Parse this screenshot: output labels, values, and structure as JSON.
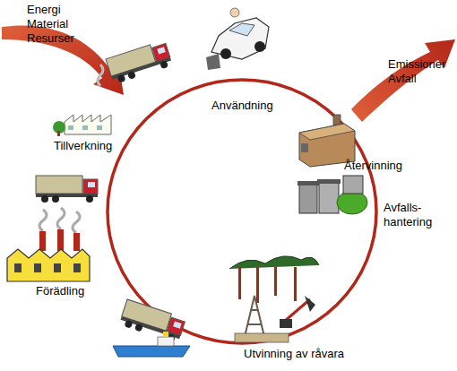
{
  "diagram": {
    "labels": [
      "Energi Material Resurser",
      "Emissioner Avfall",
      "Användning",
      "Tillverkning",
      "Återvinning",
      "Avfalls- hantering",
      "Förädling",
      "Utvinning av råvara"
    ]
  }
}
